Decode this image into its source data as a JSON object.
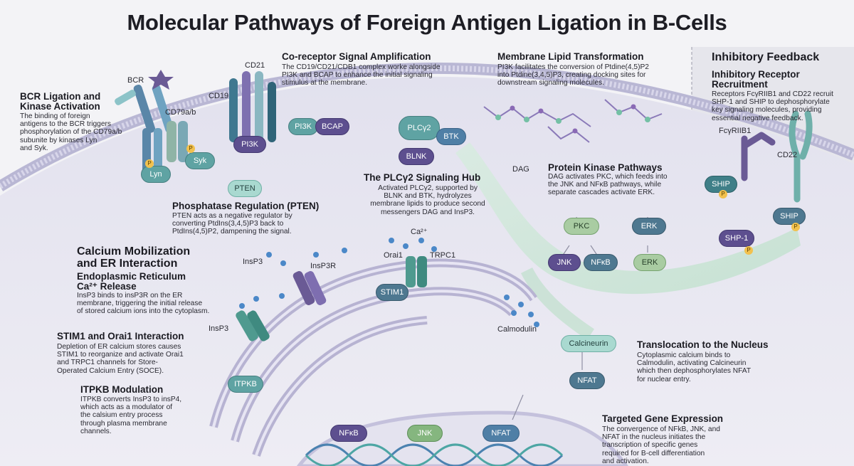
{
  "title": "Molecular Pathways of Foreign Antigen Ligation in B-Cells",
  "sections": {
    "bcr": {
      "heading": "BCR Ligation and\nKinase Activation",
      "body": "The binding of foreign\nantigens to the BCR triggers\nphosphorylation of the CD79a/b\nsubunite by kinases Lyn\nand Syk."
    },
    "coreceptor": {
      "heading": "Co-receptor Signal Amplification",
      "body": "The CD19/CD21/CDB1 complex worke alongside\nPI3K and BCAP to enhance the initial signaling\nstimulus at the membrane."
    },
    "lipid": {
      "heading": "Membrane Lipid Transformation",
      "body": "PI3K facilitates the conversion of Ptdine(4,5)P2\ninto Ptdine(3,4,5)P3, creating docking sites for\ndownstream signaling molecules."
    },
    "inhibitory": {
      "title": "Inhibitory Feedback",
      "heading": "Inhibitory Receptor\nRecruitment",
      "body": "Receptors FcγRIIB1 and CD22 recruit\nSHP-1 and SHIP to dephosphorylate\nkey signaling molecules, providing\nessential negative feedback."
    },
    "pten": {
      "heading": "Phosphatase Regulation (PTEN)",
      "body": "PTEN acts as a negative regulator by\nconverting PtdIns(3,4,5)P3 back to\nPtdIns(4,5)P2, dampening the signal."
    },
    "plcg2": {
      "heading": "The PLCγ2 Signaling Hub",
      "body": "Activated PLCγ2, supported by\nBLNK and BTK, hydrolyzes\nmembrane lipids to produce second\nmessengers DAG and InsP3."
    },
    "pkc": {
      "heading": "Protein Kinase Pathways",
      "body": "DAG activates PKC, which feeds into\nthe JNK and NFκB pathways, while\nseparate cascades activate ERK."
    },
    "calcium": {
      "heading": "Calcium Mobilization\nand ER Interaction"
    },
    "er": {
      "heading": "Endoplasmic Reticulum\nCa²⁺ Release",
      "body": "InsP3 binds to insP3R on the ER\nmembrane, triggering the initial release\nof stored calcium ions into the cytoplasm."
    },
    "stim": {
      "heading": "STIM1 and Orai1 Interaction",
      "body": "Depletion of ER calcium stores causes\nSTIM1 to reorganize and activate Orai1\nand TRPC1 channels for Store-\nOperated Calcium Entry (SOCE)."
    },
    "itpkb": {
      "heading": "ITPKB Modulation",
      "body": "ITPKB converts InsP3 to insP4,\nwhich acts as a modulator of\nthe calsium entry process\nthrough plasma membrane\nchannels."
    },
    "nucleus": {
      "heading": "Translocation to the Nucleus",
      "body": "Cytoplasmic calcium binds to\nCalmodulin, activating Calcineurin\nwhich then dephosphorylates NFAT\nfor nuclear entry."
    },
    "gene": {
      "heading": "Targeted Gene Expression",
      "body": "The convergence of NFkB, JNK, and\nNFAT in the nucleus initiates the\ntranscription of specific genes\nrequired for B-cell differentiation\nand activation."
    }
  },
  "labels": {
    "bcr": "BCR",
    "cd79": "CD79a/b",
    "cd21": "CD21",
    "cd19": "CD19",
    "lyn": "Lyn",
    "syk": "Syk",
    "pi3k_a": "PI3K",
    "pi3k_b": "PI3K",
    "bcap": "BCAP",
    "pten": "PTEN",
    "plcg2": "PLCγ2",
    "btk": "BTK",
    "blnk": "BLNK",
    "dag": "DAG",
    "pkc": "PKC",
    "erk_a": "ERK",
    "jnk_a": "JNK",
    "nfkb_a": "NFκB",
    "erk_b": "ERK",
    "fcg": "FcγRIIB1",
    "cd22": "CD22",
    "ship_a": "SHIP",
    "ship_b": "SHIP",
    "shp1": "SHP-1",
    "insp3_a": "InsP3",
    "insp3r": "InsP3R",
    "insp3_b": "InsP3",
    "ca": "Ca²⁺",
    "orai1": "Orai1",
    "trpc1": "TRPC1",
    "stim1": "STIM1",
    "itpkb": "ITPKB",
    "calmodulin": "Calmodulin",
    "calcineurin": "Calcineurin",
    "nfat_a": "NFAT",
    "nfkb_b": "NFκB",
    "jnk_b": "JNK",
    "nfat_b": "NFAT",
    "p": "P"
  },
  "colors": {
    "membrane": "#b9b7d4",
    "teal": "#5fa3a3",
    "purple": "#5d4f8f",
    "green": "#85b67f",
    "blue": "#4f7fa6"
  }
}
